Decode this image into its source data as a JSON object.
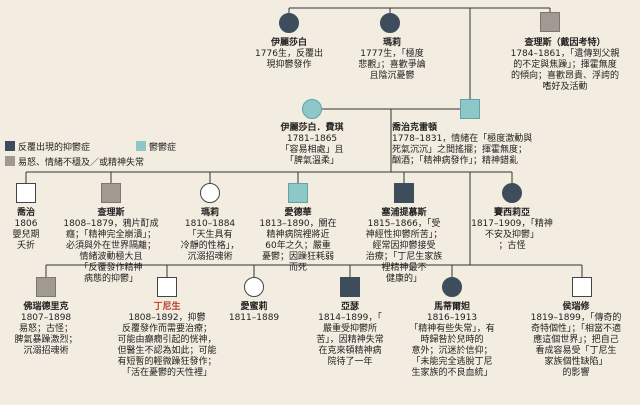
{
  "legend": {
    "bipolar": "反覆出現的抑鬱症",
    "depression": "鬱鬱症",
    "erratic": "易怒、情緒不穩及／或精神失常"
  },
  "colors": {
    "bipolar": "#3d4d5c",
    "depression": "#8ec7c7",
    "erratic": "#a09a92",
    "none": "#ffffff",
    "line": "#333333",
    "highlight": "#b8402a"
  },
  "people": [
    {
      "id": "elizabeth_sr",
      "shape": "circle",
      "type": "bipolar",
      "name": "伊麗莎白",
      "desc": [
        "1776生，反覆出",
        "現抑鬱發作"
      ],
      "label_align": "center"
    },
    {
      "id": "mary_sr",
      "shape": "circle",
      "type": "bipolar",
      "name": "瑪莉",
      "desc": [
        "1777生，「極度",
        "悲觀」；喜歡爭論",
        "且陰沉憂鬱"
      ],
      "label_align": "center"
    },
    {
      "id": "charles_sr",
      "shape": "square",
      "type": "erratic",
      "name": "查理斯（戴因考特）",
      "desc": [
        "1784–1861，「遺傳到父親",
        "的不定與焦躁」；揮霍無度",
        "的傾向；喜歡昂貴、浮誇的",
        "嗜好及活動"
      ],
      "label_align": "center"
    },
    {
      "id": "elizabeth_f",
      "shape": "circle",
      "type": "depression",
      "name": "伊麗莎白．費琪",
      "desc": [
        "1781–1865",
        "「容易相處」且",
        "「脾氣溫柔」"
      ],
      "label_align": "center"
    },
    {
      "id": "george_sr",
      "shape": "square",
      "type": "depression",
      "name": "喬治克雷頓",
      "desc": [
        "1778–1831，情緒在「極度激動與",
        "死氣沉沉」之間搖擺；揮霍無度；",
        "酗酒；「精神病發作」；精神錯亂"
      ],
      "label_align": "left"
    },
    {
      "id": "george_jr",
      "shape": "square",
      "type": "none",
      "name": "喬治",
      "desc": [
        "1806",
        "嬰兒期",
        "夭折"
      ],
      "label_align": "center"
    },
    {
      "id": "charles_jr",
      "shape": "square",
      "type": "erratic",
      "name": "查理斯",
      "desc": [
        "1808–1879，鴉片酊成",
        "癮；「精神完全崩潰」；",
        "必須與外在世界隔離；",
        "情緒波動極大且",
        "「反覆發作精神",
        "病態的抑鬱」"
      ],
      "label_align": "center"
    },
    {
      "id": "mary_jr",
      "shape": "circle",
      "type": "none",
      "name": "瑪莉",
      "desc": [
        "1810–1884",
        "「天生具有",
        "冷靜的性格」，",
        "沉溺招魂術"
      ],
      "label_align": "center"
    },
    {
      "id": "edward",
      "shape": "square",
      "type": "depression",
      "name": "愛德華",
      "desc": [
        "1813–1890，關在",
        "精神病院裡將近",
        "60年之久；嚴重",
        "憂鬱；因躁狂耗弱",
        "而死"
      ],
      "label_align": "center"
    },
    {
      "id": "septimus",
      "shape": "square",
      "type": "bipolar",
      "name": "塞浦提慕斯",
      "desc": [
        "1815–1866，「受",
        "神經性抑鬱所苦」；",
        "經常因抑鬱接受",
        "治療；「丁尼生家族",
        "裡精神最不",
        "健康的」"
      ],
      "label_align": "center"
    },
    {
      "id": "cecilia",
      "shape": "circle",
      "type": "bipolar",
      "name": "賽西莉亞",
      "desc": [
        "1817–1909，「精神",
        "不安及抑鬱」",
        "；古怪"
      ],
      "label_align": "center"
    },
    {
      "id": "frederick",
      "shape": "square",
      "type": "erratic",
      "name": "佛瑞德里克",
      "desc": [
        "1807–1898",
        "易怒；古怪；",
        "脾氣暴躁激烈；",
        "沉溺招魂術"
      ],
      "label_align": "center"
    },
    {
      "id": "alfred",
      "shape": "square",
      "type": "none",
      "name": "丁尼生",
      "name_highlight": true,
      "desc": [
        "1808–1892，抑鬱",
        "反覆發作而需要治療；",
        "可能由癲癇引起的恍神，",
        "但醫生不認為如此；可能",
        "有短暫的輕微躁狂發作；",
        "「活在憂鬱的天性裡」"
      ],
      "label_align": "center"
    },
    {
      "id": "emily",
      "shape": "circle",
      "type": "none",
      "name": "愛蜜莉",
      "desc": [
        "1811–1889"
      ],
      "label_align": "center"
    },
    {
      "id": "arthur",
      "shape": "square",
      "type": "bipolar",
      "name": "亞瑟",
      "desc": [
        "1814–1899，「",
        "嚴重受抑鬱所",
        "苦」，因精神失常",
        "在克來頓精神病",
        "院待了一年"
      ],
      "label_align": "center"
    },
    {
      "id": "matilda",
      "shape": "circle",
      "type": "bipolar",
      "name": "馬蒂爾妲",
      "desc": [
        "1816–1913",
        "「精神有些失常」，有",
        "時歸咎於兒時的",
        "意外；沉迷於信仰；",
        "「未能完全逃脫丁尼",
        "生家族的不良血統」"
      ],
      "label_align": "center"
    },
    {
      "id": "horatio",
      "shape": "square",
      "type": "none",
      "name": "侯瑞修",
      "desc": [
        "1819–1899，「傳奇的",
        "奇特個性」；「相當不適",
        "應這個世界」；把自己",
        "看成容易受「丁尼生",
        "家族個性缺陷」",
        "的影響"
      ],
      "label_align": "center"
    }
  ]
}
